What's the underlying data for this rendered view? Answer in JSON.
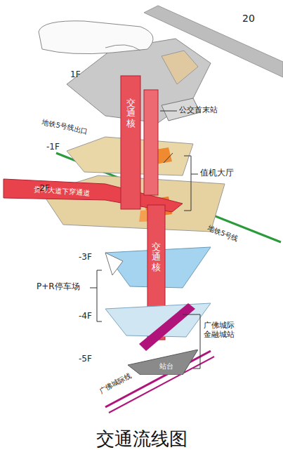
{
  "diagram": {
    "caption": "交通流线图",
    "nodes": [
      {
        "text": [
          "交通核"
        ]
      },
      {
        "text": [
          "交通核"
        ]
      },
      {
        "text": [
          "贵博大道下穿通道"
        ]
      },
      {
        "text": [
          "站台"
        ]
      }
    ],
    "edges": [],
    "labels": [
      "20",
      "贵博大道",
      "1F",
      "公交首末站",
      "地铁5号线出口",
      "-1F",
      "值机大厅",
      "-2F",
      "地铁5号线",
      "-3F",
      "P+R停车场",
      "-4F",
      "广佛城际金融城站",
      "-5F",
      "广佛城际线"
    ]
  }
}
